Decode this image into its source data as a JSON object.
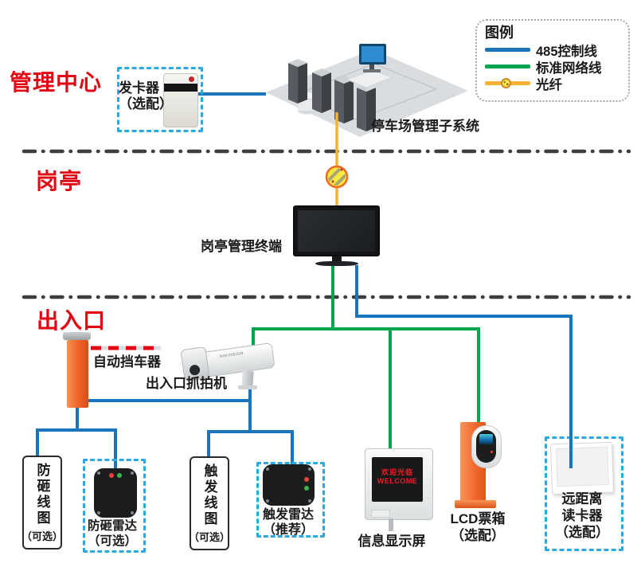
{
  "legend": {
    "title": "图例",
    "items": [
      {
        "name": "control-485",
        "label": "485控制线"
      },
      {
        "name": "network",
        "label": "标准网络线"
      },
      {
        "name": "fiber",
        "label": "光纤"
      }
    ]
  },
  "zones": {
    "management_center": "管理中心",
    "guard_booth": "岗亭",
    "entrance_exit": "出入口"
  },
  "labels": {
    "card_dispenser_1": "发卡器",
    "card_dispenser_2": "（选配）",
    "parking_subsystem": "停车场管理子系统",
    "booth_terminal": "岗亭管理终端",
    "auto_barrier": "自动挡车器",
    "capture_camera": "出入口抓拍机",
    "camera_brand": "HIKVISION",
    "anti_smash_loop_text": "防砸线图",
    "anti_smash_loop_note": "（可选）",
    "anti_smash_radar_1": "防砸雷达",
    "anti_smash_radar_2": "（可选）",
    "trigger_loop_text": "触发线图",
    "trigger_loop_note": "（可选）",
    "trigger_radar_1": "触发雷达",
    "trigger_radar_2": "（推荐）",
    "info_display": "信息显示屏",
    "info_screen_1": "欢迎光临",
    "info_screen_2": "WELCOME",
    "lcd_box_1": "LCD票箱",
    "lcd_box_2": "（选配）",
    "reader_1": "远距离",
    "reader_2": "读卡器",
    "reader_3": "（选配）"
  },
  "colors": {
    "control-485": "#1b75bc",
    "network": "#00a550",
    "fiber": "#f9b233",
    "zone_title": "#e30613",
    "optional_frame": "#29abe2",
    "divider": "#3e3e3e",
    "device_orange": "#f26a30"
  }
}
